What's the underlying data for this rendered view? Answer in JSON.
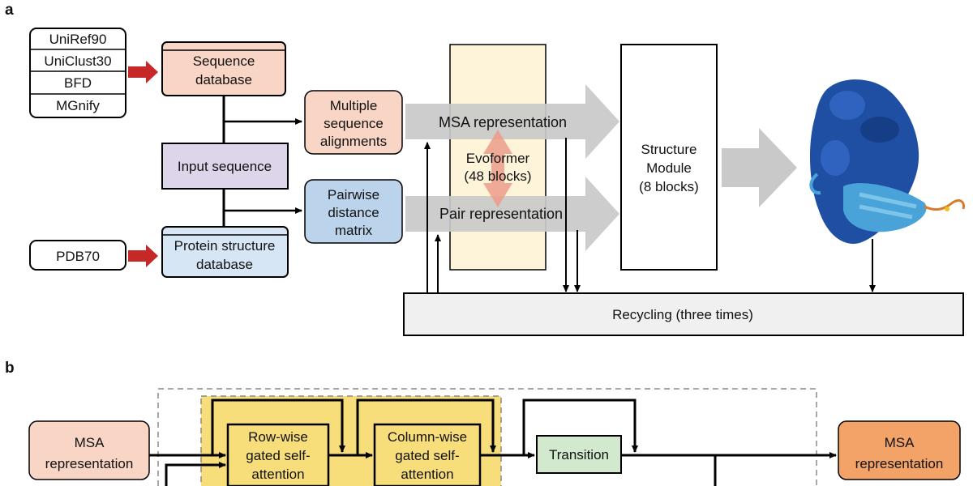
{
  "panels": {
    "a": "a",
    "b": "b"
  },
  "databases": {
    "stack": [
      "UniRef90",
      "UniClust30",
      "BFD",
      "MGnify"
    ],
    "pdb": "PDB70"
  },
  "boxes": {
    "sequence_db": [
      "Sequence",
      "database"
    ],
    "input_sequence": "Input sequence",
    "protein_structure_db": [
      "Protein structure",
      "database"
    ],
    "msa": [
      "Multiple",
      "sequence",
      "alignments"
    ],
    "pairwise": [
      "Pairwise",
      "distance",
      "matrix"
    ],
    "evoformer": [
      "Evoformer",
      "(48 blocks)"
    ],
    "structure_module": [
      "Structure",
      "Module",
      "(8 blocks)"
    ],
    "recycling": "Recycling (three times)"
  },
  "arrows": {
    "msa_representation": "MSA representation",
    "pair_representation": "Pair representation"
  },
  "panel_b": {
    "msa_in": [
      "MSA",
      "representation"
    ],
    "row_attn": [
      "Row-wise",
      "gated self-",
      "attention"
    ],
    "col_attn": [
      "Column-wise",
      "gated self-",
      "attention"
    ],
    "transition": "Transition",
    "msa_out": [
      "MSA",
      "representation"
    ]
  },
  "colors": {
    "salmon": "#f9d5c5",
    "lavender": "#ddd5ea",
    "lightblue": "#d6e6f5",
    "bluebox": "#bcd3ec",
    "evoformer": "#fdf4d9",
    "gray_arrow": "#c9c9c9",
    "red_arrow": "#c62828",
    "yellow": "#f7de7a",
    "green": "#d2e9cd",
    "orange": "#f4a368",
    "protein_dark": "#1f4fa3",
    "protein_light": "#4aa3d8"
  }
}
